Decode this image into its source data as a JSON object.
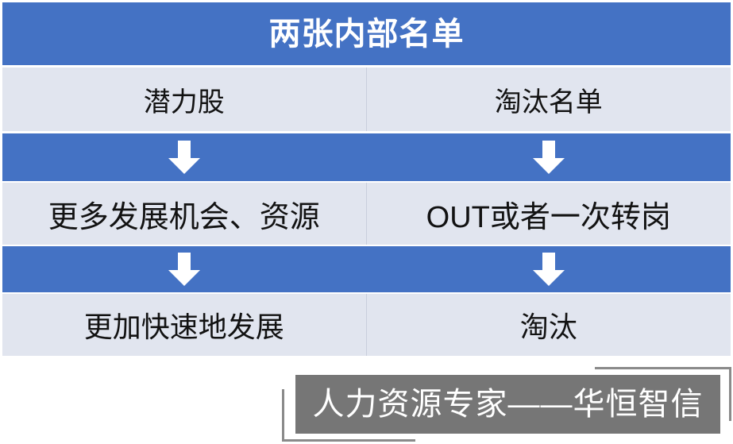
{
  "slide": {
    "title": "两张内部名单",
    "columns": [
      "潜力股",
      "淘汰名单"
    ],
    "rows": [
      {
        "type": "text",
        "left": "潜力股",
        "right": "淘汰名单"
      },
      {
        "type": "arrow",
        "left_icon": "down-arrow-icon",
        "right_icon": "down-arrow-icon"
      },
      {
        "type": "text",
        "left": "更多发展机会、资源",
        "right": "OUT或者一次转岗"
      },
      {
        "type": "arrow",
        "left_icon": "down-arrow-icon",
        "right_icon": "down-arrow-icon"
      },
      {
        "type": "text",
        "left": "更加快速地发展",
        "right": "淘汰"
      }
    ]
  },
  "watermark": {
    "text": "人力资源专家——华恒智信"
  },
  "colors": {
    "accent_blue": "#4472C4",
    "row_light": "#E1E5EF",
    "watermark_gray": "#767676",
    "bracket_gray": "#8A8A8A",
    "title_text": "#FFFFFF",
    "body_text": "#121212"
  }
}
